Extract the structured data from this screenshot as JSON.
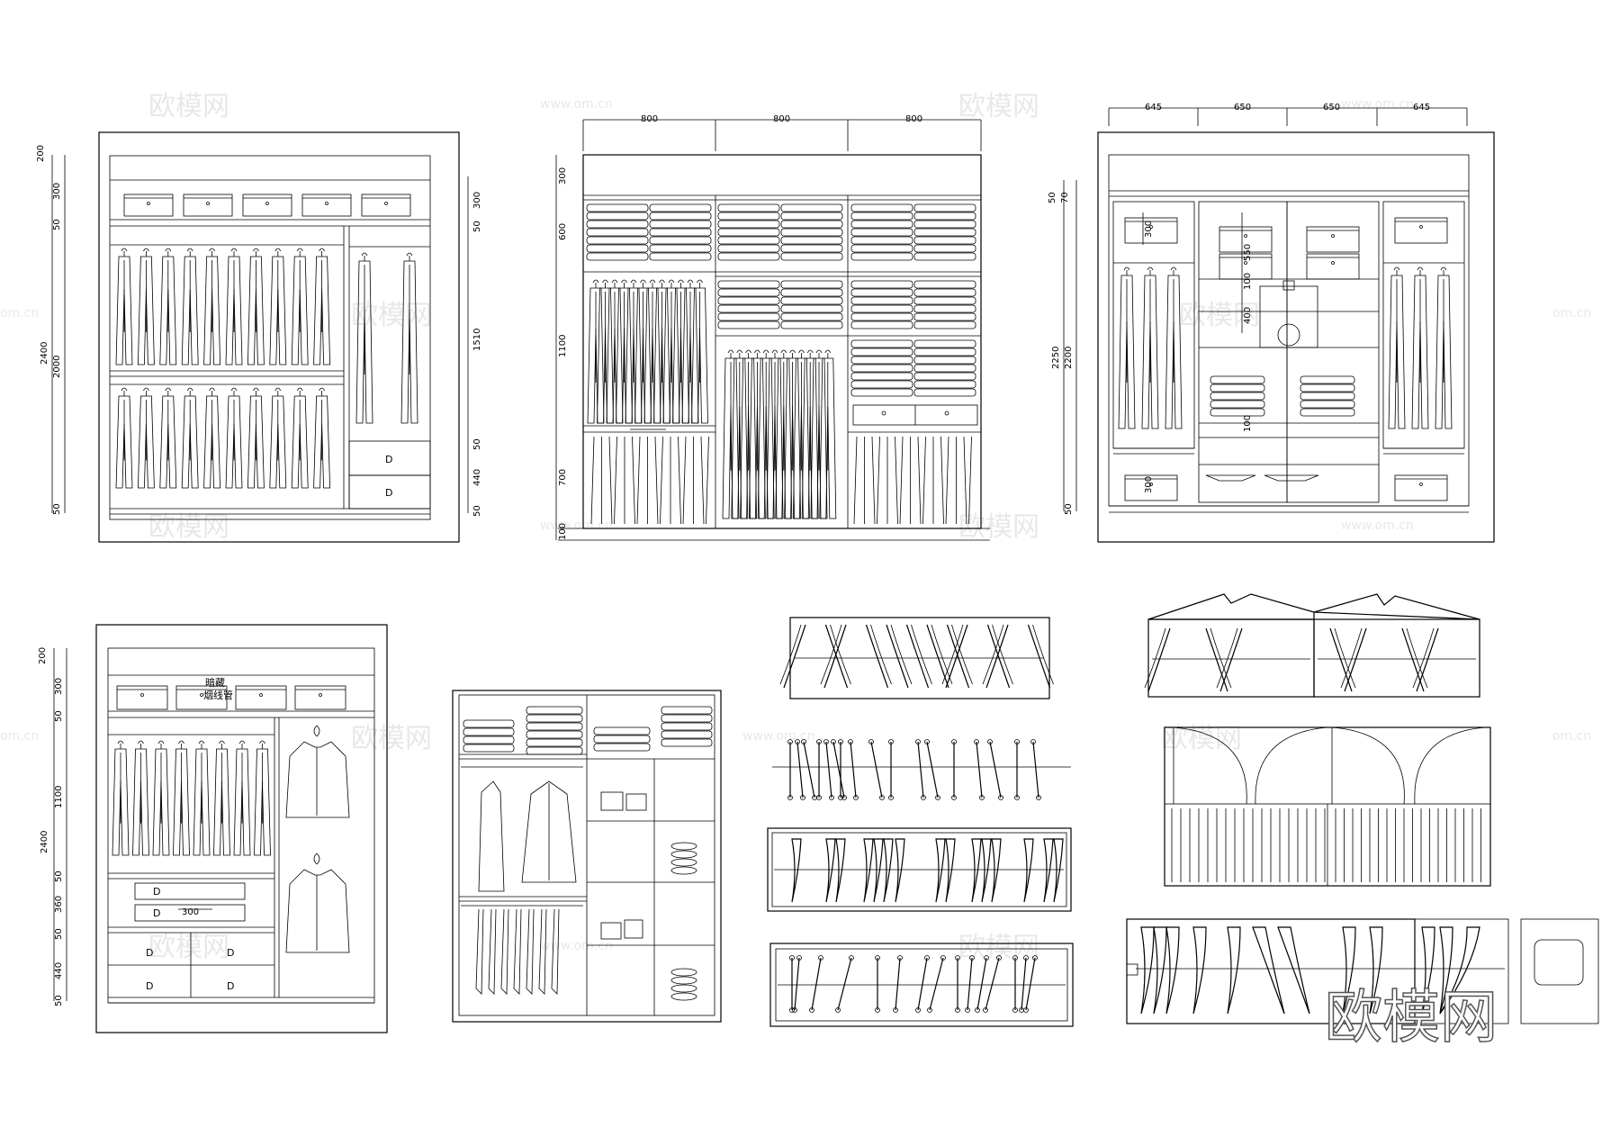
{
  "panels": {
    "a": {
      "dims_left": [
        "200",
        "300",
        "50",
        "2400",
        "2000",
        "50"
      ],
      "dims_right": [
        "300",
        "50",
        "1510",
        "50",
        "440",
        "50"
      ],
      "drawer": [
        "D",
        "D"
      ]
    },
    "b": {
      "dims_top": [
        "800",
        "800",
        "800"
      ],
      "dims_left": [
        "300",
        "600",
        "1100",
        "700",
        "100"
      ]
    },
    "c": {
      "dims_top": [
        "645",
        "650",
        "650",
        "645"
      ],
      "dims_left": [
        "50",
        "70",
        "2250",
        "2200",
        "50"
      ],
      "dims_inner": [
        "300",
        "550",
        "100",
        "400",
        "100",
        "300"
      ]
    },
    "d": {
      "dims_left": [
        "200",
        "300",
        "50",
        "1100",
        "2400",
        "50",
        "360",
        "50",
        "440",
        "50"
      ],
      "note_line1": "暗藏",
      "note_line2": "烟线管",
      "dim_inner": "300",
      "drawer": [
        "D",
        "D",
        "D",
        "D",
        "D",
        "D"
      ]
    }
  },
  "watermark": {
    "text": "欧模网",
    "url": "www.om.cn",
    "url_short": "om.cn"
  },
  "brand": "欧模网"
}
